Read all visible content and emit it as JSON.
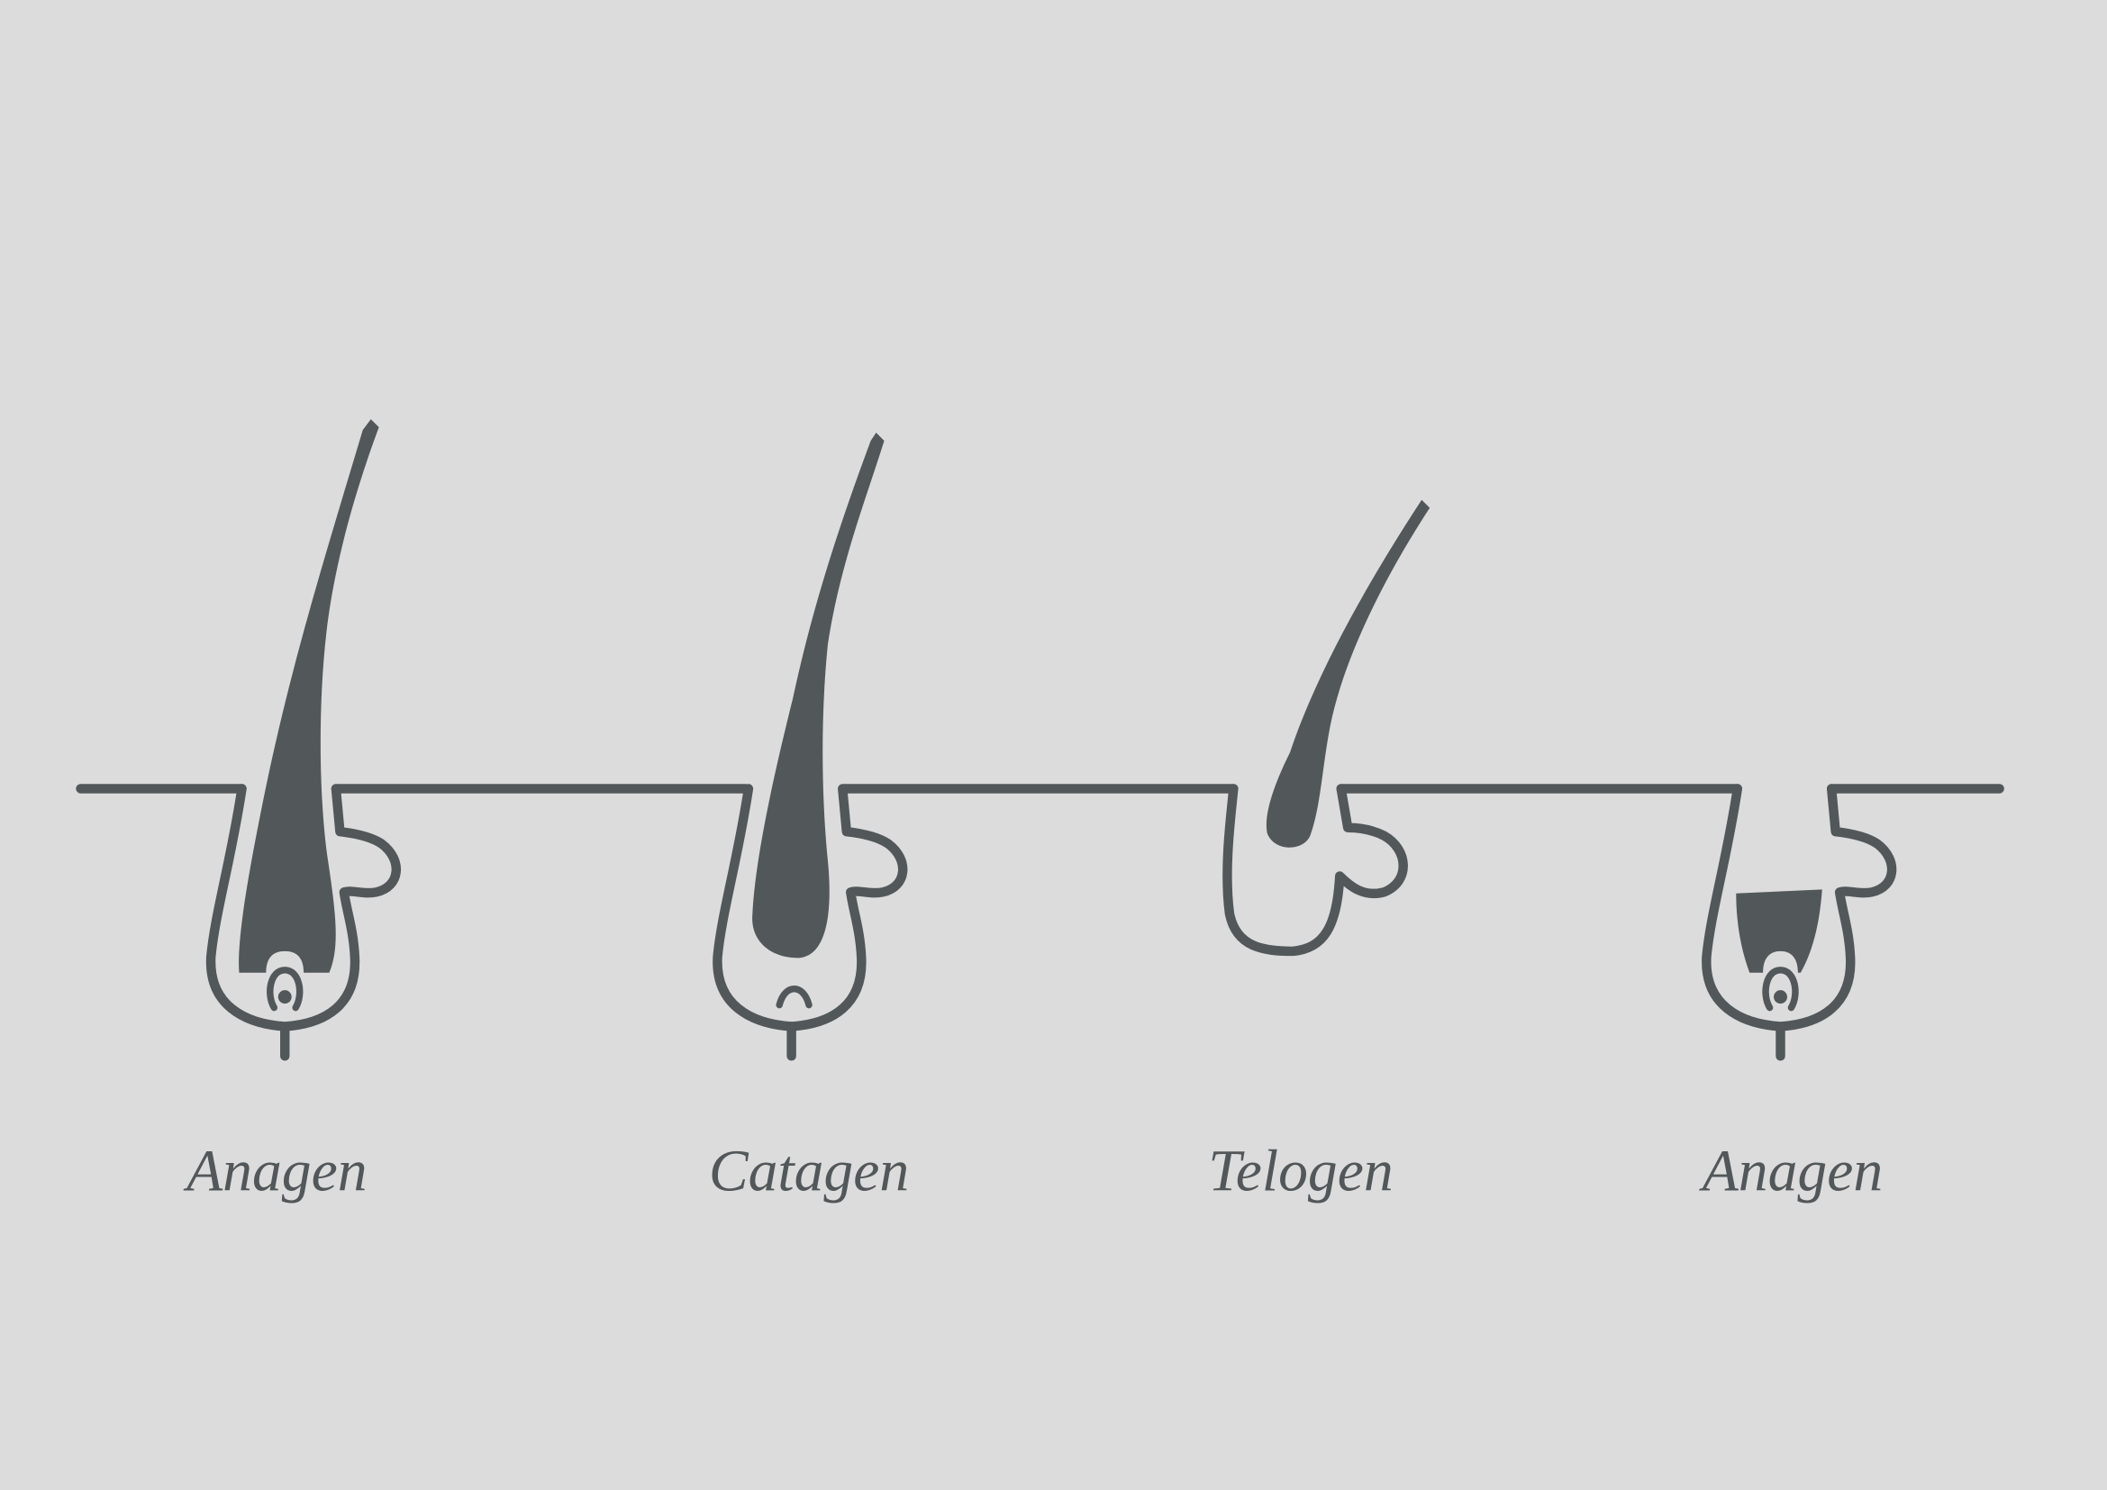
{
  "colors": {
    "background": "#dcdcdc",
    "ink": "#52575a"
  },
  "stages": [
    {
      "label": "Anagen"
    },
    {
      "label": "Catagen"
    },
    {
      "label": "Telogen"
    },
    {
      "label": "Anagen"
    }
  ]
}
